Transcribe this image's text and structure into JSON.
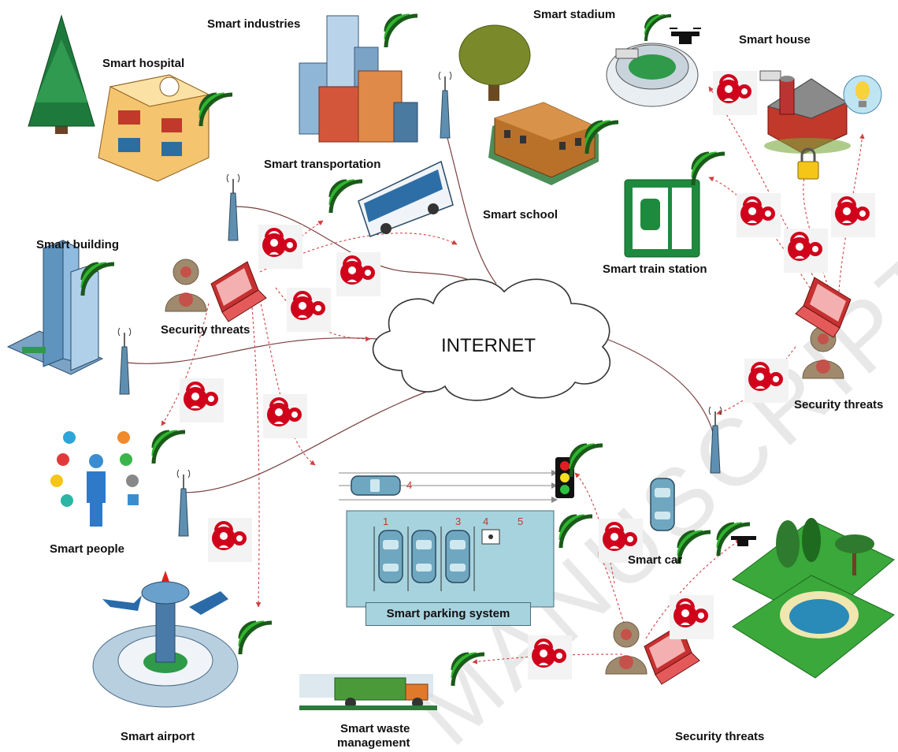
{
  "diagram": {
    "center_label": "INTERNET",
    "watermark": "MANUSCRIPT",
    "nodes": {
      "smart_industries": "Smart industries",
      "smart_stadium": "Smart stadium",
      "smart_house": "Smart house",
      "smart_hospital": "Smart hospital",
      "smart_transportation": "Smart transportation",
      "smart_school": "Smart school",
      "smart_train_station": "Smart train station",
      "smart_building": "Smart building",
      "smart_people": "Smart people",
      "smart_airport": "Smart airport",
      "smart_waste_management_line1": "Smart waste",
      "smart_waste_management_line2": "management",
      "smart_car": "Smart car",
      "smart_parking_system": "Smart parking system"
    },
    "threat_labels": {
      "left": "Security threats",
      "right": "Security threats",
      "bottom": "Security threats"
    },
    "parking_slots": [
      "1",
      "3",
      "4",
      "5"
    ],
    "road_car_number": "4",
    "colors": {
      "threat_red": "#d0021b",
      "wifi_green": "#2fb52f",
      "wifi_dark": "#1a5a1a",
      "antenna_blue": "#4f7fa0",
      "link_line": "#7a4040",
      "attack_arrow": "#d04040"
    },
    "icons": [
      "tree-icon",
      "hospital-icon",
      "skyscrapers-icon",
      "stadium-icon",
      "drone-icon",
      "cctv-camera-icon",
      "barn-icon",
      "light-bulb-icon",
      "padlock-icon",
      "school-icon",
      "bus-icon",
      "train-sign-icon",
      "office-tower-icon",
      "antenna-icon",
      "hacker-icon",
      "laptop-icon",
      "broken-lock-icon",
      "cloud-icon",
      "smartphone-person-icon",
      "traffic-light-icon",
      "car-icon",
      "park-icon",
      "airport-icon",
      "garbage-truck-icon",
      "wifi-icon"
    ]
  }
}
